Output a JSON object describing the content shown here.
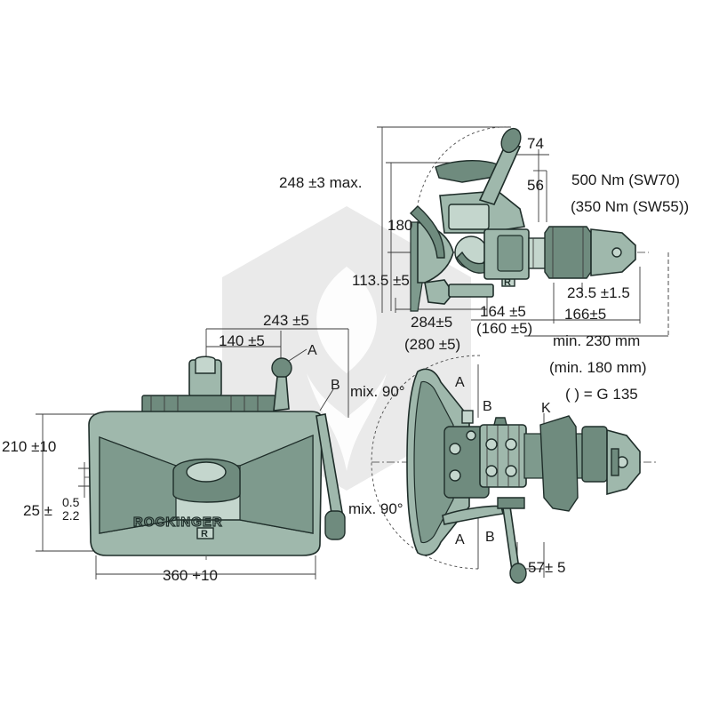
{
  "dimensions": {
    "d248": "248 ±3 max.",
    "d74": "74",
    "d56": "56",
    "torque1": "500 Nm (SW70)",
    "torque2": "(350 Nm (SW55))",
    "d180": "180",
    "d113": "113.5 ±5",
    "d23": "23.5 ±1.5",
    "d164": "164 ±5",
    "d160": "(160 ±5)",
    "d284": "284±5",
    "d280": "(280 ±5)",
    "d166": "166±5",
    "min230": "min. 230 mm",
    "min180": "(min. 180 mm)",
    "g135": "( ) = G 135",
    "d243": "243 ±5",
    "d140": "140 ±5",
    "d210": "210 ±10",
    "d25": "25 ±",
    "d25a": "0.5",
    "d25b": "2.2",
    "d360": "360 +10",
    "mix90a": "mix. 90°",
    "mix90b": "mix. 90°",
    "d57": "57± 5"
  },
  "labels": {
    "A1": "A",
    "B1": "B",
    "A2": "A",
    "B2": "B",
    "K": "K",
    "A3": "A",
    "B3": "B"
  },
  "brand": {
    "name": "ROCKINGER",
    "badge": "R"
  },
  "colors": {
    "body": "#9fb8ac",
    "light": "#c4d6cd",
    "dark": "#6f8b7e",
    "outline": "#1f2e2a"
  }
}
